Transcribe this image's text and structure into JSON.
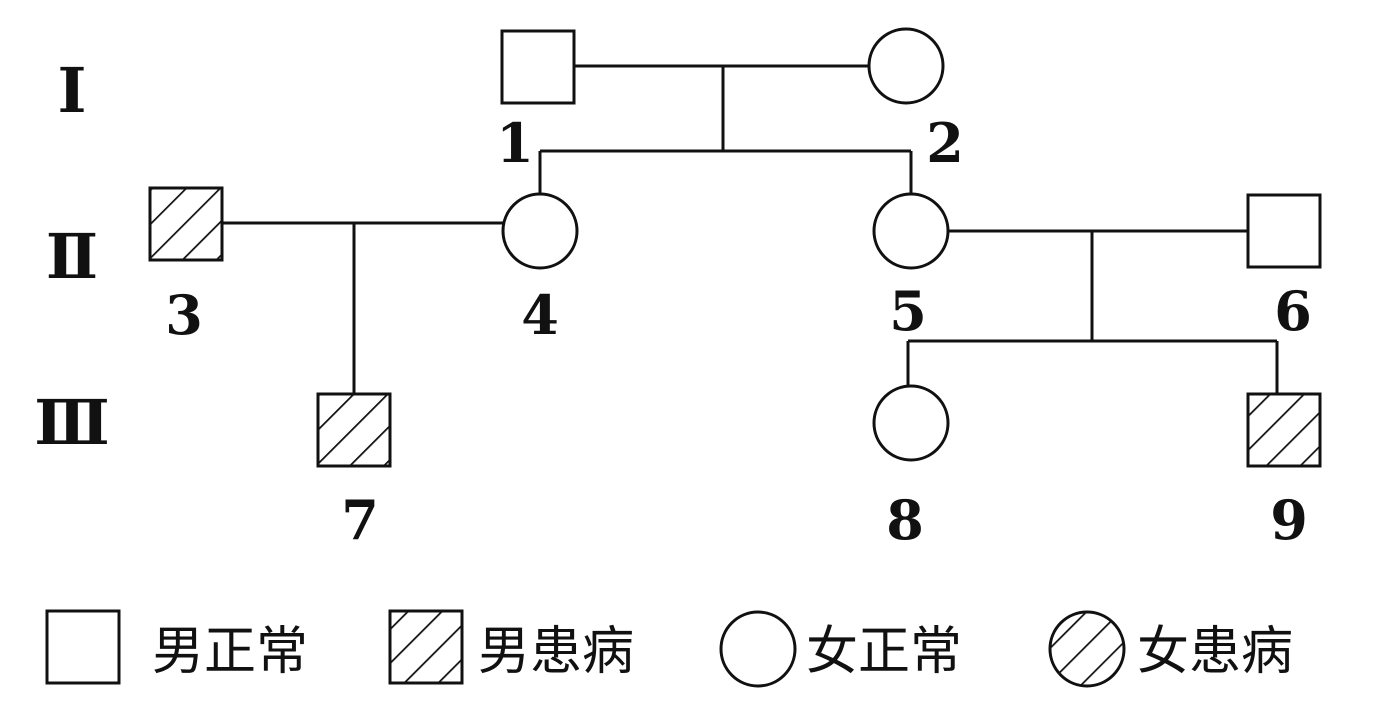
{
  "generations": [
    {
      "label": "Ⅰ"
    },
    {
      "label": "Ⅱ"
    },
    {
      "label": "Ⅲ"
    }
  ],
  "individuals": [
    {
      "id": "1",
      "sex": "male",
      "affected": false
    },
    {
      "id": "2",
      "sex": "female",
      "affected": false
    },
    {
      "id": "3",
      "sex": "male",
      "affected": true
    },
    {
      "id": "4",
      "sex": "female",
      "affected": false
    },
    {
      "id": "5",
      "sex": "female",
      "affected": false
    },
    {
      "id": "6",
      "sex": "male",
      "affected": false
    },
    {
      "id": "7",
      "sex": "male",
      "affected": true
    },
    {
      "id": "8",
      "sex": "female",
      "affected": false
    },
    {
      "id": "9",
      "sex": "male",
      "affected": true
    }
  ],
  "legend": {
    "male_normal": "男正常",
    "male_affected": "男患病",
    "female_normal": "女正常",
    "female_affected": "女患病"
  }
}
